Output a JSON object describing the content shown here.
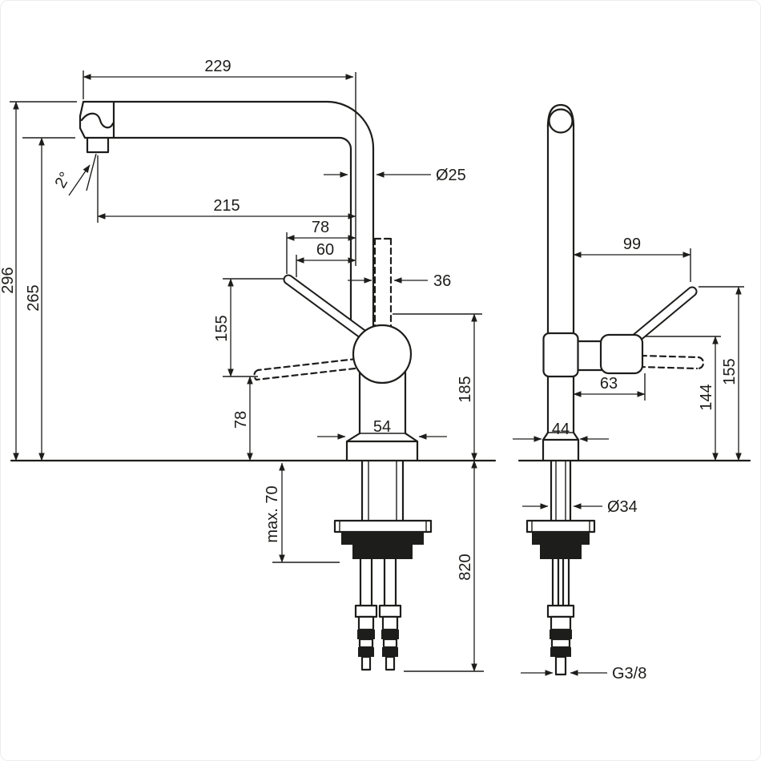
{
  "diagram": {
    "kind": "technical-drawing",
    "subject": "Kitchen mixer tap installation dimensions, front and side view",
    "units": "mm",
    "ink_color": "#1d1d1b",
    "background_color": "#ffffff",
    "front_view": {
      "spout_reach": "229",
      "overall_height": "296",
      "spout_height": "265",
      "spout_angle": "2°",
      "outlet_projection": "215",
      "handle_projection_upper": "78",
      "handle_projection_lower": "60",
      "body_offset": "36",
      "spout_pipe_diameter": "Ø25",
      "handle_swing_height": "155",
      "handle_clearance": "78",
      "clearance_under_spout": "185",
      "base_width": "54",
      "max_deck_thickness": "max. 70",
      "hose_length": "820"
    },
    "side_view": {
      "handle_reach": "99",
      "handle_pivot_height": "144",
      "handle_tip_height": "155",
      "handle_offset": "63",
      "base_depth": "44",
      "shank_diameter": "Ø34",
      "supply_connection": "G3/8"
    }
  }
}
